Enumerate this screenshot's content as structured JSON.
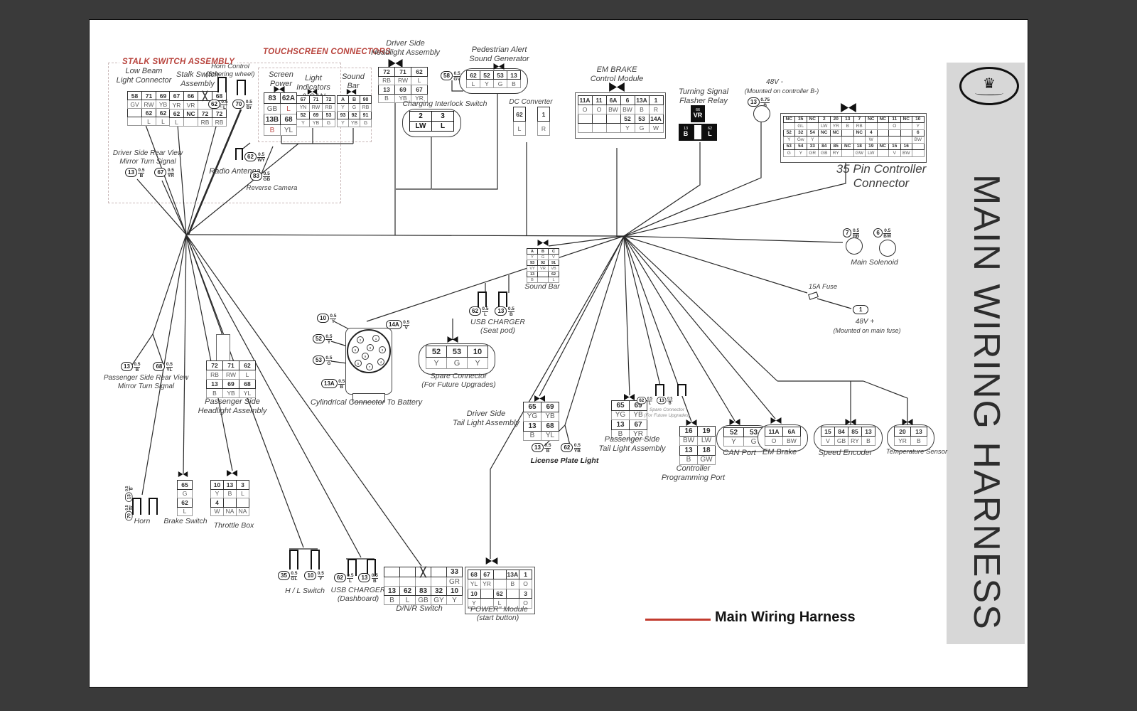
{
  "sidebar": {
    "title": "MAIN WIRING HARNESS",
    "logo_glyph": "♛",
    "logo_icon": "crown"
  },
  "legend": {
    "label": "Main Wiring Harness",
    "line_color": "#c23b2e"
  },
  "colors": {
    "accent_red": "#b8433c",
    "wire": "#2a2a2a",
    "panel_gray": "#d7d7d7"
  },
  "groups": {
    "stalk": {
      "title": "STALK SWITCH ASSEMBLY"
    },
    "touchscreen": {
      "title": "TOUCHSCREEN CONNECTORS"
    }
  },
  "components": {
    "low_beam": {
      "label": "Low Beam\nLight Connector",
      "table": {
        "rows": [
          [
            "58",
            "71",
            "69"
          ],
          [
            "GV",
            "RW",
            "YB"
          ],
          [
            "",
            "62",
            "62"
          ],
          [
            "",
            "L",
            "L"
          ]
        ]
      }
    },
    "stalk_switch": {
      "label": "Stalk Switch\nAssembly",
      "table": {
        "rows": [
          [
            "67",
            "66",
            "X",
            "68"
          ],
          [
            "YR",
            "VR",
            "",
            "YL"
          ],
          [
            "62",
            "NC",
            "72",
            "72"
          ],
          [
            "L",
            "",
            "RB",
            "RB"
          ]
        ]
      }
    },
    "horn_control": {
      "label": "Horn Control\n(Steering wheel)",
      "bullets": [
        {
          "pin": "62",
          "size": "0.5",
          "color": "L"
        },
        {
          "pin": "70",
          "size": "0.5",
          "color": "Br"
        }
      ]
    },
    "screen_power": {
      "label": "Screen\nPower",
      "table": {
        "rows": [
          [
            "83",
            "62A"
          ],
          [
            "GB",
            "L"
          ],
          [
            "13B",
            "68"
          ],
          [
            "B",
            "YL"
          ]
        ],
        "red": [
          [
            0,
            1
          ],
          [
            1,
            1
          ],
          [
            2,
            0
          ],
          [
            3,
            0
          ]
        ]
      }
    },
    "light_can": {
      "label": "Light Indicators\n& CAN",
      "table": {
        "rows": [
          [
            "67",
            "71",
            "72"
          ],
          [
            "YN",
            "RW",
            "RB"
          ],
          [
            "52",
            "69",
            "53"
          ],
          [
            "Y",
            "YB",
            "G"
          ]
        ]
      }
    },
    "soundbar_touch": {
      "label": "Sound\nBar",
      "table": {
        "rows": [
          [
            "A",
            "B",
            "90"
          ],
          [
            "Y",
            "G",
            "RB"
          ],
          [
            "93",
            "92",
            "91"
          ],
          [
            "Y",
            "YB",
            "G"
          ]
        ],
        "red": [
          [
            0,
            0
          ],
          [
            0,
            1
          ],
          [
            2,
            0
          ]
        ]
      }
    },
    "driver_headlight": {
      "label": "Driver Side\nHeadlight Assembly",
      "table": {
        "rows": [
          [
            "72",
            "71",
            "62"
          ],
          [
            "RB",
            "RW",
            "L"
          ],
          [
            "13",
            "69",
            "67"
          ],
          [
            "B",
            "YB",
            "YR"
          ]
        ]
      }
    },
    "pedestrian": {
      "label": "Pedestrian Alert\nSound Generator",
      "table": {
        "rows": [
          [
            "62",
            "52",
            "53",
            "13"
          ],
          [
            "L",
            "Y",
            "G",
            "B"
          ]
        ]
      },
      "bullets": [
        {
          "pin": "58",
          "size": "0.5",
          "color": "GV"
        }
      ]
    },
    "charging": {
      "label": "Charging Interlock Switch",
      "table": {
        "rows": [
          [
            "2",
            "3"
          ],
          [
            "LW",
            "L"
          ]
        ]
      }
    },
    "dc_conv": {
      "label": "DC Converter",
      "table_a": {
        "rows": [
          [
            "62"
          ],
          [
            "L"
          ]
        ]
      },
      "table_b": {
        "rows": [
          [
            "1"
          ],
          [
            "R"
          ]
        ]
      }
    },
    "em_module": {
      "label": "EM BRAKE\nControl Module",
      "table": {
        "rows": [
          [
            "11A",
            "11",
            "6A",
            "6",
            "13A",
            "1"
          ],
          [
            "O",
            "O",
            "BW",
            "BW",
            "B",
            "R"
          ],
          [
            "",
            "",
            "",
            "52",
            "53",
            "14A"
          ],
          [
            "",
            "",
            "",
            "Y",
            "G",
            "W"
          ]
        ]
      }
    },
    "flasher": {
      "label": "Turning Signal\nFlasher Relay",
      "top": {
        "pin": "66",
        "color": "VR"
      },
      "left": {
        "pin": "13",
        "color": "B"
      },
      "right": {
        "pin": "62",
        "color": "L"
      }
    },
    "v48neg": {
      "title": "48V  -",
      "sub": "(Mounted on controller B-)",
      "bullets": [
        {
          "pin": "13",
          "size": "0.75",
          "color": "B"
        }
      ]
    },
    "pin35": {
      "label": "35 Pin Controller\nConnector",
      "table": {
        "rows": [
          [
            "NC",
            "35",
            "NC",
            "2",
            "20",
            "13",
            "7",
            "NC",
            "NC",
            "11",
            "NC",
            "10"
          ],
          [
            "",
            "GL",
            "",
            "LW",
            "YR",
            "B",
            "RB",
            "",
            "",
            "O",
            "",
            "Y"
          ],
          [
            "52",
            "32",
            "54",
            "NC",
            "NC",
            "",
            "NC",
            "4",
            "",
            "",
            "",
            "6"
          ],
          [
            "Y",
            "Gw",
            "Y",
            "",
            "",
            "",
            "",
            "W",
            "",
            "",
            "",
            "BW"
          ],
          [
            "53",
            "54",
            "33",
            "84",
            "85",
            "NC",
            "18",
            "19",
            "NC",
            "15",
            "16",
            ""
          ],
          [
            "G",
            "Y",
            "GR",
            "GB",
            "RY",
            "",
            "GW",
            "LW",
            "",
            "V",
            "BW",
            ""
          ]
        ]
      }
    },
    "radio": {
      "label": "Radio Antenna",
      "bullets": [
        {
          "pin": "62",
          "size": "0.5",
          "color": "WY"
        }
      ]
    },
    "revcam": {
      "label": "Reverse Camera",
      "bullets": [
        {
          "pin": "83",
          "size": "0.5",
          "color": "GB"
        }
      ]
    },
    "driver_mirror": {
      "label": "Driver Side Rear View\nMirror Turn Signal",
      "bullets": [
        {
          "pin": "13",
          "size": "0.5",
          "color": "B"
        },
        {
          "pin": "67",
          "size": "0.5",
          "color": "YR"
        }
      ]
    },
    "solenoid": {
      "label": "Main Solenoid",
      "rings": [
        {
          "pin": "7",
          "size": "0.5",
          "color": "RB"
        },
        {
          "pin": "6",
          "size": "0.5",
          "color": "BW"
        }
      ]
    },
    "fuse15": {
      "label": "15A Fuse"
    },
    "v48pos": {
      "title": "48V  +",
      "sub": "(Mounted on main fuse)",
      "pin": "1"
    },
    "soundbar_main": {
      "label": "Sound Bar",
      "table": {
        "rows": [
          [
            "A",
            "B",
            "C"
          ],
          [
            "Y",
            "G",
            "V"
          ],
          [
            "93",
            "92",
            "91"
          ],
          [
            "VY",
            "VR",
            "VB"
          ],
          [
            "13",
            "",
            "62"
          ],
          [
            "B",
            "",
            "L"
          ]
        ],
        "red": [
          [
            0,
            0
          ],
          [
            2,
            0
          ]
        ]
      }
    },
    "usb_seat": {
      "label": "USB CHARGER\n(Seat pod)",
      "bullets": [
        {
          "pin": "62",
          "size": "0.5",
          "color": "L"
        },
        {
          "pin": "13",
          "size": "0.5",
          "color": "B"
        }
      ]
    },
    "spare_main": {
      "label": "Spare Connector\n(For Future Upgrades)",
      "table": {
        "rows": [
          [
            "52",
            "53",
            "10"
          ],
          [
            "Y",
            "G",
            "Y"
          ]
        ]
      }
    },
    "cyl": {
      "label": "Cylindrical Connector To Battery",
      "pins": [
        "2",
        "1",
        "6",
        "8",
        "3",
        "9",
        "5",
        "4",
        "7"
      ],
      "tags": [
        {
          "pin": "10",
          "size": "0.5",
          "color": "Y"
        },
        {
          "pin": "52",
          "size": "0.5",
          "color": "Y"
        },
        {
          "pin": "53",
          "size": "0.5",
          "color": "G"
        },
        {
          "pin": "13A",
          "size": "0.5",
          "color": "B"
        },
        {
          "pin": "14A",
          "size": "0.5",
          "color": "V"
        }
      ]
    },
    "pass_mirror": {
      "label": "Passenger Side Rear View\nMirror Turn Signal",
      "bullets": [
        {
          "pin": "13",
          "size": "0.5",
          "color": "B"
        },
        {
          "pin": "68",
          "size": "0.5",
          "color": "YL"
        }
      ]
    },
    "pass_headlight": {
      "label": "Passenger Side\nHeadlight Assembly",
      "table": {
        "rows": [
          [
            "72",
            "71",
            "62"
          ],
          [
            "RB",
            "RW",
            "L"
          ],
          [
            "13",
            "69",
            "68"
          ],
          [
            "B",
            "YB",
            "YL"
          ]
        ]
      }
    },
    "driver_tail": {
      "label": "Driver Side\nTail Light Assembly",
      "table": {
        "rows": [
          [
            "65",
            "69"
          ],
          [
            "YG",
            "YB"
          ],
          [
            "13",
            "68"
          ],
          [
            "B",
            "YL"
          ]
        ]
      }
    },
    "license": {
      "label": "License Plate Light",
      "bullets": [
        {
          "pin": "13",
          "size": "0.5",
          "color": "B"
        },
        {
          "pin": "62",
          "size": "0.5",
          "color": "YB"
        }
      ]
    },
    "pass_tail": {
      "label": "Passenger Side\nTail Light Assembly",
      "table": {
        "rows": [
          [
            "65",
            "69"
          ],
          [
            "YG",
            "YB"
          ],
          [
            "13",
            "67"
          ],
          [
            "B",
            "YR"
          ]
        ]
      }
    },
    "spare2": {
      "label": "Spare Connector\n(For Future Upgrades)",
      "bullets": [
        {
          "pin": "62",
          "size": "0.5",
          "color": "L"
        },
        {
          "pin": "13",
          "size": "0.5",
          "color": "B"
        }
      ]
    },
    "prog_port": {
      "label": "Controller\nProgramming Port",
      "table": {
        "rows": [
          [
            "16",
            "19"
          ],
          [
            "BW",
            "LW"
          ],
          [
            "13",
            "18"
          ],
          [
            "B",
            "GW"
          ]
        ]
      }
    },
    "can_port": {
      "label": "CAN Port",
      "table": {
        "rows": [
          [
            "52",
            "53"
          ],
          [
            "Y",
            "G"
          ]
        ]
      }
    },
    "em_conn": {
      "label": "EM Brake",
      "table": {
        "rows": [
          [
            "11A",
            "6A"
          ],
          [
            "O",
            "BW"
          ]
        ]
      }
    },
    "speed": {
      "label": "Speed Encoder",
      "table": {
        "rows": [
          [
            "15",
            "84",
            "85",
            "13"
          ],
          [
            "V",
            "GB",
            "RY",
            "B"
          ]
        ]
      }
    },
    "temp": {
      "label": "Temperature Sensor",
      "table": {
        "rows": [
          [
            "20",
            "13"
          ],
          [
            "YR",
            "B"
          ]
        ]
      }
    },
    "horn": {
      "label": "Horn",
      "bullets": [
        {
          "pin": "70",
          "size": "0.5",
          "color": "Br"
        },
        {
          "pin": "13",
          "size": "0.5",
          "color": "B"
        }
      ]
    },
    "brake_sw": {
      "label": "Brake Switch",
      "table": {
        "rows": [
          [
            "65"
          ],
          [
            "G"
          ],
          [
            "62"
          ],
          [
            "L"
          ]
        ]
      }
    },
    "throttle": {
      "label": "Throttle Box",
      "table": {
        "rows": [
          [
            "10",
            "13",
            "3"
          ],
          [
            "Y",
            "B",
            "L"
          ],
          [
            "4",
            "",
            ""
          ],
          [
            "W",
            "NA",
            "NA"
          ]
        ]
      }
    },
    "hl": {
      "label": "H / L Switch",
      "bullets": [
        {
          "pin": "35",
          "size": "0.5",
          "color": "GL"
        },
        {
          "pin": "10",
          "size": "0.5",
          "color": "Y"
        }
      ]
    },
    "usb_dash": {
      "label": "USB CHARGER\n(Dashboard)",
      "bullets": [
        {
          "pin": "62",
          "size": "0.5",
          "color": "L"
        },
        {
          "pin": "13",
          "size": "0.5",
          "color": "B"
        }
      ]
    },
    "dnr": {
      "label": "D/N/R Switch",
      "table": {
        "rows": [
          [
            "",
            "",
            "X",
            "",
            "33"
          ],
          [
            "",
            "",
            "",
            "",
            "GR"
          ],
          [
            "13",
            "62",
            "83",
            "32",
            "10"
          ],
          [
            "B",
            "L",
            "GB",
            "GY",
            "Y"
          ]
        ]
      }
    },
    "power": {
      "label": "\"POWER\" Module\n(start button)",
      "table": {
        "rows": [
          [
            "68",
            "67",
            "",
            "13A",
            "1"
          ],
          [
            "YL",
            "YR",
            "",
            "B",
            "O"
          ],
          [
            "10",
            "",
            "62",
            "",
            "3"
          ],
          [
            "Y",
            "",
            "L",
            "",
            "O"
          ]
        ]
      }
    }
  }
}
